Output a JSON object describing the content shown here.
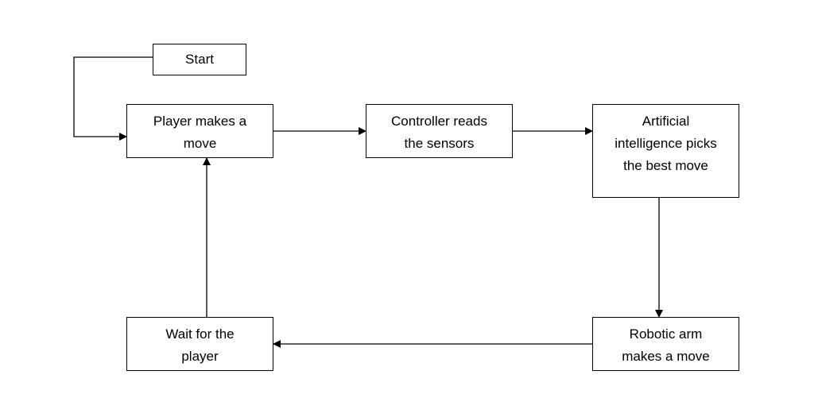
{
  "nodes": {
    "start": "Start",
    "player_move": "Player makes a move",
    "controller": "Controller reads the sensors",
    "ai": "Artificial intelligence picks the best move",
    "robot": "Robotic arm makes a move",
    "wait": "Wait for the player"
  },
  "colors": {
    "stroke": "#000000",
    "background": "#ffffff"
  },
  "connections": [
    [
      "start",
      "player_move"
    ],
    [
      "player_move",
      "controller"
    ],
    [
      "controller",
      "ai"
    ],
    [
      "ai",
      "robot"
    ],
    [
      "robot",
      "wait"
    ],
    [
      "wait",
      "player_move"
    ]
  ]
}
